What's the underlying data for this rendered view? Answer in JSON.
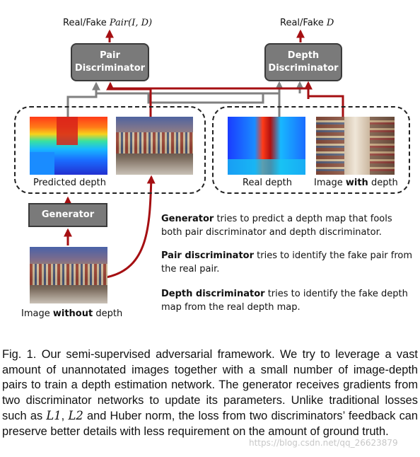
{
  "top_labels": {
    "left_prefix": "Real/Fake",
    "left_math": "Pair(I, D)",
    "right_prefix": "Real/Fake",
    "right_math": "D"
  },
  "boxes": {
    "pair_discriminator": [
      "Pair",
      "Discriminator"
    ],
    "depth_discriminator": [
      "Depth",
      "Discriminator"
    ],
    "generator": "Generator"
  },
  "image_labels": {
    "predicted_depth": "Predicted depth",
    "real_depth": "Real depth",
    "image_with_depth_prefix": "Image",
    "image_with_depth_bold": "with",
    "image_with_depth_suffix": "depth",
    "image_without_depth_prefix": "Image",
    "image_without_depth_bold": "without",
    "image_without_depth_suffix": "depth"
  },
  "descriptions": [
    {
      "bold": "Generator",
      "rest": " tries to predict a depth map that fools both pair discriminator and depth discriminator."
    },
    {
      "bold": "Pair discriminator",
      "rest": " tries to identify the fake pair from the real pair."
    },
    {
      "bold": "Depth discriminator",
      "rest": " tries to identify the fake depth map from the real depth map."
    }
  ],
  "caption": {
    "prefix": "Fig. 1.   Our semi-supervised adversarial framework. We try to leverage a vast amount of unannotated images together with a small number of image-depth pairs to train a depth estimation network. The generator receives gradients from two discriminator networks to update its parameters. Unlike traditional losses such as ",
    "l1": "L1",
    "sep": ", ",
    "l2": "L2",
    "suffix": " and Huber norm, the loss from two discriminators’ feedback can preserve better details with less requirement on the amount of ground truth."
  },
  "watermark": "https://blog.csdn.net/qq_26623879",
  "colors": {
    "arrow_red": "#a50f12",
    "arrow_gray": "#808080",
    "box_fill": "#7a7a7a"
  }
}
